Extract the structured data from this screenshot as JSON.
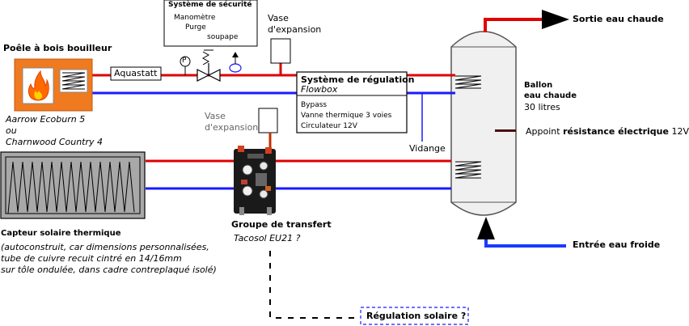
{
  "stove": {
    "title": "Poêle à bois bouilleur",
    "model_1": "Aarrow Ecoburn 5",
    "or": "ou",
    "model_2": "Charnwood Country 4"
  },
  "aquastat": "Aquastatt",
  "safety": {
    "title": "Système de sécurité",
    "line1": "Manomètre",
    "line2": "Purge",
    "line3": "soupape"
  },
  "expansion_top": {
    "line1": "Vase",
    "line2": "d'expansion"
  },
  "expansion_mid": {
    "line1": "Vase",
    "line2": "d'expansion"
  },
  "flowbox": {
    "title": "Système de régulation",
    "subtitle": "Flowbox",
    "item1": "Bypass",
    "item2": "Vanne thermique 3 voies",
    "item3": "Circulateur 12V"
  },
  "drain": "Vidange",
  "tank": {
    "hot_out": "Sortie eau chaude",
    "cold_in": "Entrée eau froide",
    "title1": "Ballon",
    "title2": "eau chaude",
    "capacity": "30 litres",
    "heater_prefix": "Appoint ",
    "heater_bold": "résistance électrique",
    "heater_suffix": " 12V"
  },
  "solar": {
    "title": "Capteur solaire thermique",
    "desc1": "(autoconstruit, car dimensions personnalisées,",
    "desc2": "tube de cuivre recuit cintré en 14/16mm",
    "desc3": "sur tôle ondulée, dans cadre contreplaqué isolé)"
  },
  "transfer": {
    "title": "Groupe de transfert",
    "model": "Tacosol EU21 ?"
  },
  "solar_reg": "Régulation solaire ?",
  "gauge_letter": "P",
  "colors": {
    "hot": "#e00000",
    "cold": "#1a1aff",
    "stove": "#f07a20",
    "collector": "#a8a8a8",
    "tank": "#f0f0f0"
  }
}
